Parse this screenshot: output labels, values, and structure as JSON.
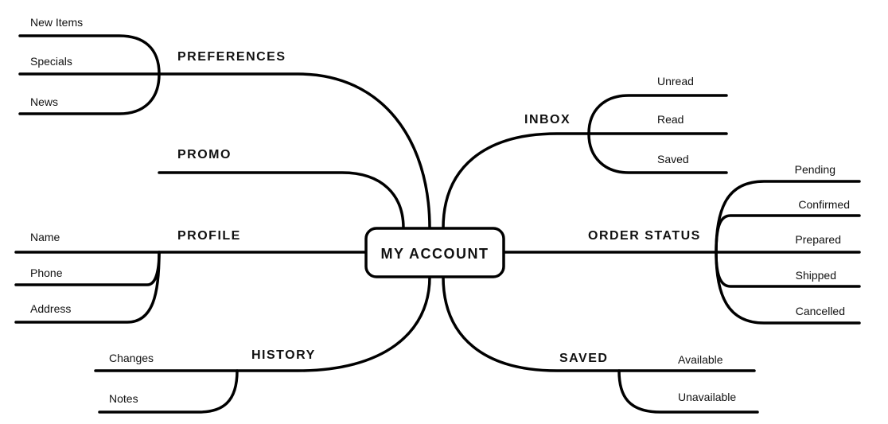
{
  "center": "MY ACCOUNT",
  "branches": {
    "preferences": {
      "label": "PREFERENCES",
      "items": [
        "New Items",
        "Specials",
        "News"
      ]
    },
    "promo": {
      "label": "PROMO",
      "items": []
    },
    "profile": {
      "label": "PROFILE",
      "items": [
        "Name",
        "Phone",
        "Address"
      ]
    },
    "history": {
      "label": "HISTORY",
      "items": [
        "Changes",
        "Notes"
      ]
    },
    "inbox": {
      "label": "INBOX",
      "items": [
        "Unread",
        "Read",
        "Saved"
      ]
    },
    "order_status": {
      "label": "ORDER STATUS",
      "items": [
        "Pending",
        "Confirmed",
        "Prepared",
        "Shipped",
        "Cancelled"
      ]
    },
    "saved": {
      "label": "SAVED",
      "items": [
        "Available",
        "Unavailable"
      ]
    }
  }
}
